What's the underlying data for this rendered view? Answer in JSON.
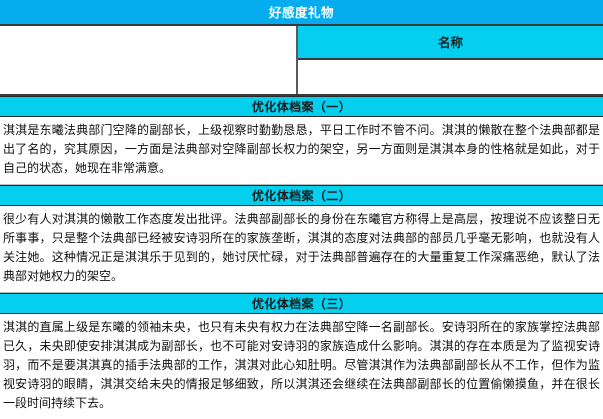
{
  "header": {
    "title": "好感度礼物"
  },
  "gift_table": {
    "columns": [
      {
        "label": "",
        "value": ""
      },
      {
        "label": "名称",
        "value": ""
      }
    ]
  },
  "sections": [
    {
      "title": "优化体档案（一）",
      "body": "淇淇是东曦法典部门空降的副部长，上级视察时勤勤恳恳，平日工作时不管不问。淇淇的懒散在整个法典部都是出了名的，究其原因，一方面是法典部对空降副部长权力的架空，另一方面则是淇淇本身的性格就是如此，对于自己的状态，她现在非常满意。"
    },
    {
      "title": "优化体档案（二）",
      "body": "很少有人对淇淇的懒散工作态度发出批评。法典部副部长的身份在东曦官方称得上是高层，按理说不应该整日无所事事，只是整个法典部已经被安诗羽所在的家族垄断，淇淇的态度对法典部的部员几乎毫无影响，也就没有人关注她。这种情况正是淇淇乐于见到的，她讨厌忙碌，对于法典部普遍存在的大量重复工作深痛恶绝，默认了法典部对她权力的架空。"
    },
    {
      "title": "优化体档案（三）",
      "body": "淇淇的直属上级是东曦的领袖未央，也只有未央有权力在法典部空降一名副部长。安诗羽所在的家族掌控法典部已久，未央即使安排淇淇成为副部长，也不可能对安诗羽的家族造成什么影响。淇淇的存在本质是为了监视安诗羽，而不是要淇淇真的插手法典部的工作，淇淇对此心知肚明。尽管淇淇作为法典部副部长从不工作，但作为监视安诗羽的眼睛，淇淇交给未央的情报足够细致，所以淇淇还会继续在法典部副部长的位置偷懒摸鱼，并在很长一段时间持续下去。"
    }
  ],
  "colors": {
    "title_bar": "#05ADEE",
    "section_header": "#04CFEE",
    "name_header": "#04CFEE",
    "border_dark": "#3a3a3a",
    "text": "#111111"
  }
}
